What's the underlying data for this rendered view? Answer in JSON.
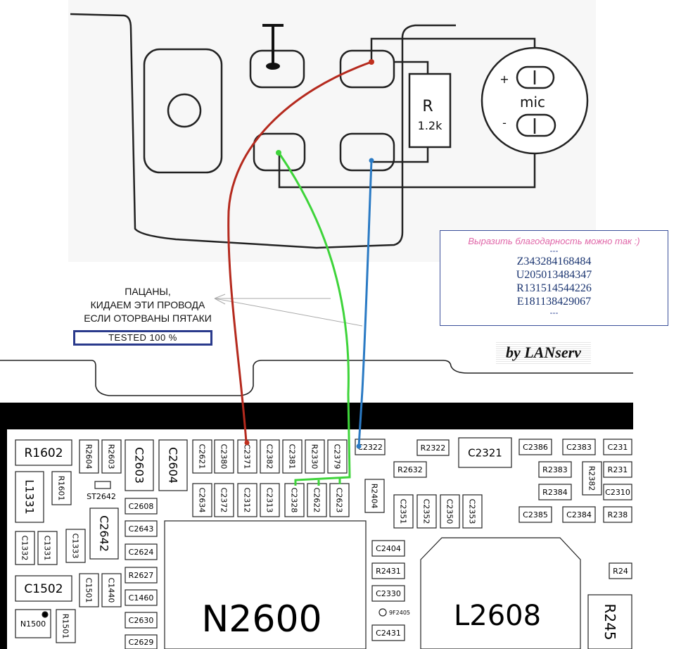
{
  "schematic": {
    "resistor": {
      "letter": "R",
      "value": "1.2k"
    },
    "mic": {
      "label": "mic",
      "plus": "+",
      "minus": "-"
    }
  },
  "warning": {
    "lines": [
      "ПАЦАНЫ,",
      "КИДАЕМ ЭТИ ПРОВОДА",
      "ЕСЛИ ОТОРВАНЫ ПЯТАКИ"
    ]
  },
  "tested": "TESTED   100 %",
  "thanks": {
    "title": "Выразить благодарность можно так :)",
    "separator": "---",
    "accounts": [
      "Z343284168484",
      "U205013484347",
      "R131514544226",
      "E181138429067"
    ]
  },
  "author": "by LANserv",
  "wire_colors": {
    "red": "#b52a1e",
    "green": "#3ed43a",
    "blue": "#2a7ac4"
  },
  "pcb": {
    "big_chips": [
      "N2600",
      "L2608"
    ],
    "parts": [
      "R1602",
      "R2604",
      "R2603",
      "C2603",
      "C2604",
      "C2621",
      "C2380",
      "C2371",
      "C2382",
      "C2381",
      "R2330",
      "C2379",
      "C2322",
      "R2322",
      "C2321",
      "C2386",
      "C2383",
      "C231",
      "L1331",
      "R1601",
      "ST2642",
      "C2634",
      "C2372",
      "C2312",
      "C2313",
      "C2328",
      "C2622",
      "C2623",
      "R2404",
      "R2632",
      "R2383",
      "R2382",
      "R231",
      "C2608",
      "C2642",
      "C2643",
      "R2384",
      "C2310",
      "C2351",
      "C2352",
      "C2350",
      "C2353",
      "C2385",
      "C2384",
      "R238",
      "C1332",
      "C1331",
      "C1333",
      "C2624",
      "C2404",
      "R2431",
      "C2330",
      "R24",
      "C1502",
      "C1501",
      "C1440",
      "R2627",
      "C1460",
      "C2630",
      "C2629",
      "N1500",
      "R1501",
      "9F2405",
      "C2431",
      "R245"
    ]
  }
}
